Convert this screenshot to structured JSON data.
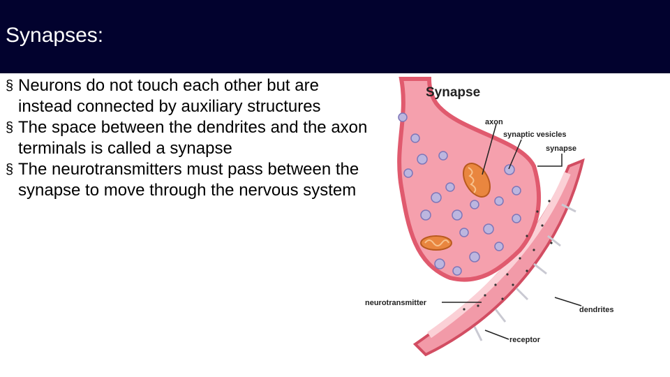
{
  "slide": {
    "title": "Synapses:",
    "bullets": [
      "Neurons do not touch each other but are instead connected by auxiliary structures",
      "The space between the dendrites and the axon terminals is called a synapse",
      "The neurotransmitters must pass between the synapse to move through the nervous system"
    ]
  },
  "diagram": {
    "title": "Synapse",
    "labels": {
      "axon": "axon",
      "synaptic_vesicles": "synaptic vesicles",
      "synapse": "synapse",
      "neurotransmitter": "neurotransmitter",
      "dendrites": "dendrites",
      "receptor": "receptor"
    }
  },
  "colors": {
    "title_bar": "#02022e",
    "membrane": "#e8576b",
    "cytoplasm": "#f7a3b0",
    "vesicle": "#b9b3dc",
    "mitochondria": "#e2803a"
  }
}
